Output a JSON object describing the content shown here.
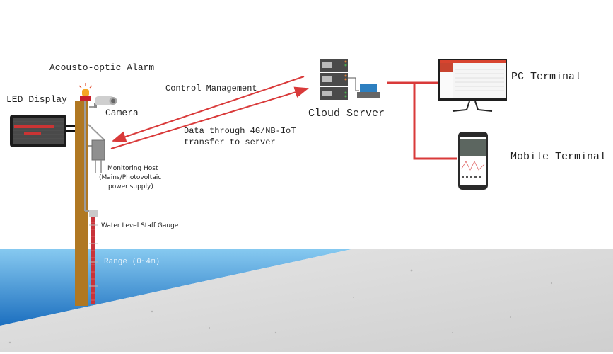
{
  "labels": {
    "alarm": "Acousto-optic Alarm",
    "led_display": "LED Display",
    "camera": "Camera",
    "monitoring_host_line1": "Monitoring Host",
    "monitoring_host_line2": "(Mains/Photovoltaic",
    "monitoring_host_line3": "power supply)",
    "staff_gauge": "Water Level Staff Gauge",
    "range": "Range (0~4m)",
    "control_management": "Control Management",
    "data_line1": "Data through 4G/NB-IoT",
    "data_line2": "transfer to server",
    "cloud_server": "Cloud Server",
    "pc_terminal": "PC Terminal",
    "mobile_terminal": "Mobile Terminal"
  },
  "colors": {
    "link_red": "#d93a3a",
    "pole": "#b07822",
    "water_top": "#7cc3ee",
    "water_bottom": "#1f73c2",
    "ground": "#dcdcdc",
    "gauge": "#c8333a",
    "led_text": "#e03030"
  }
}
